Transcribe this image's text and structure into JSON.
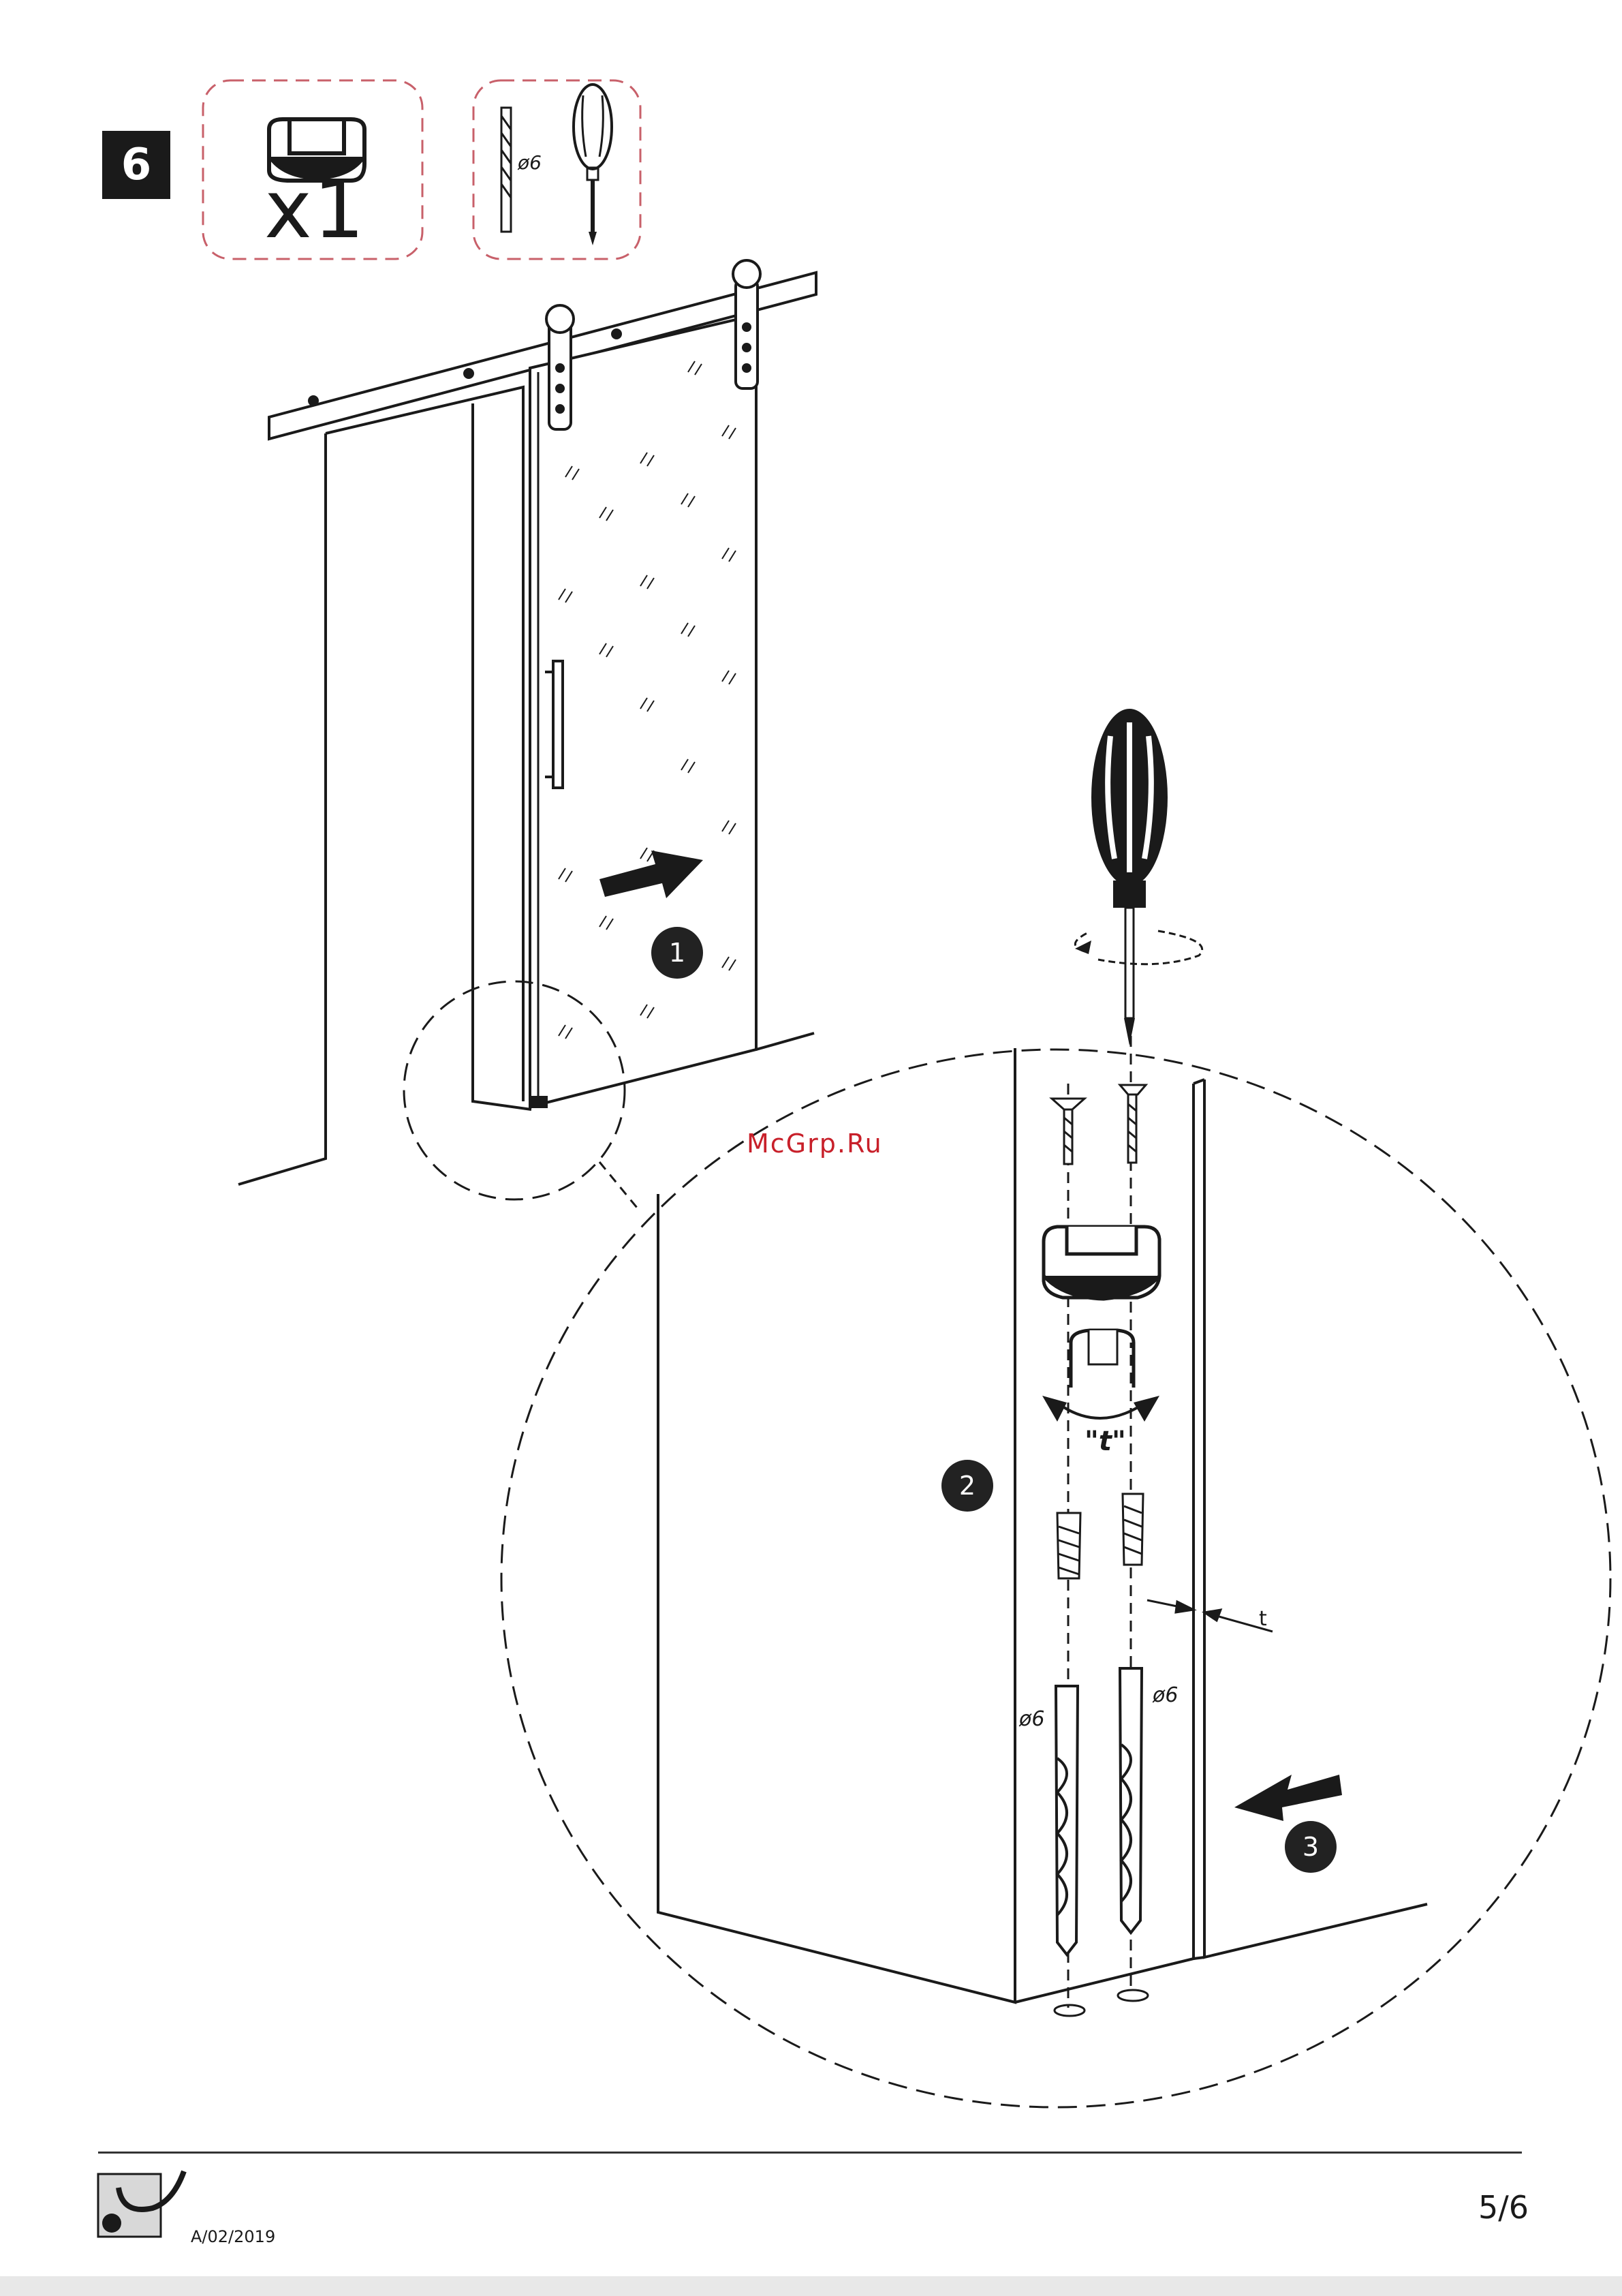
{
  "step": {
    "number": "6"
  },
  "parts": {
    "quantity": "x1"
  },
  "tools": {
    "drill_size": "ø6"
  },
  "callouts": {
    "one": "1",
    "two": "2",
    "three": "3"
  },
  "labels": {
    "drill_left": "ø6",
    "drill_right": "ø6",
    "tolerance": "t",
    "tolerance_quoted": "\"t\""
  },
  "watermark": "McGrp.Ru",
  "footer": {
    "code": "A/02/2019",
    "page": "5/6"
  },
  "colors": {
    "ink": "#1a1a1a",
    "watermark": "#c8202a",
    "dashed_outline": "#c8606a"
  },
  "icons": [
    "door-guide-icon",
    "drill-bit-icon",
    "screwdriver-icon",
    "brand-logo-icon"
  ]
}
